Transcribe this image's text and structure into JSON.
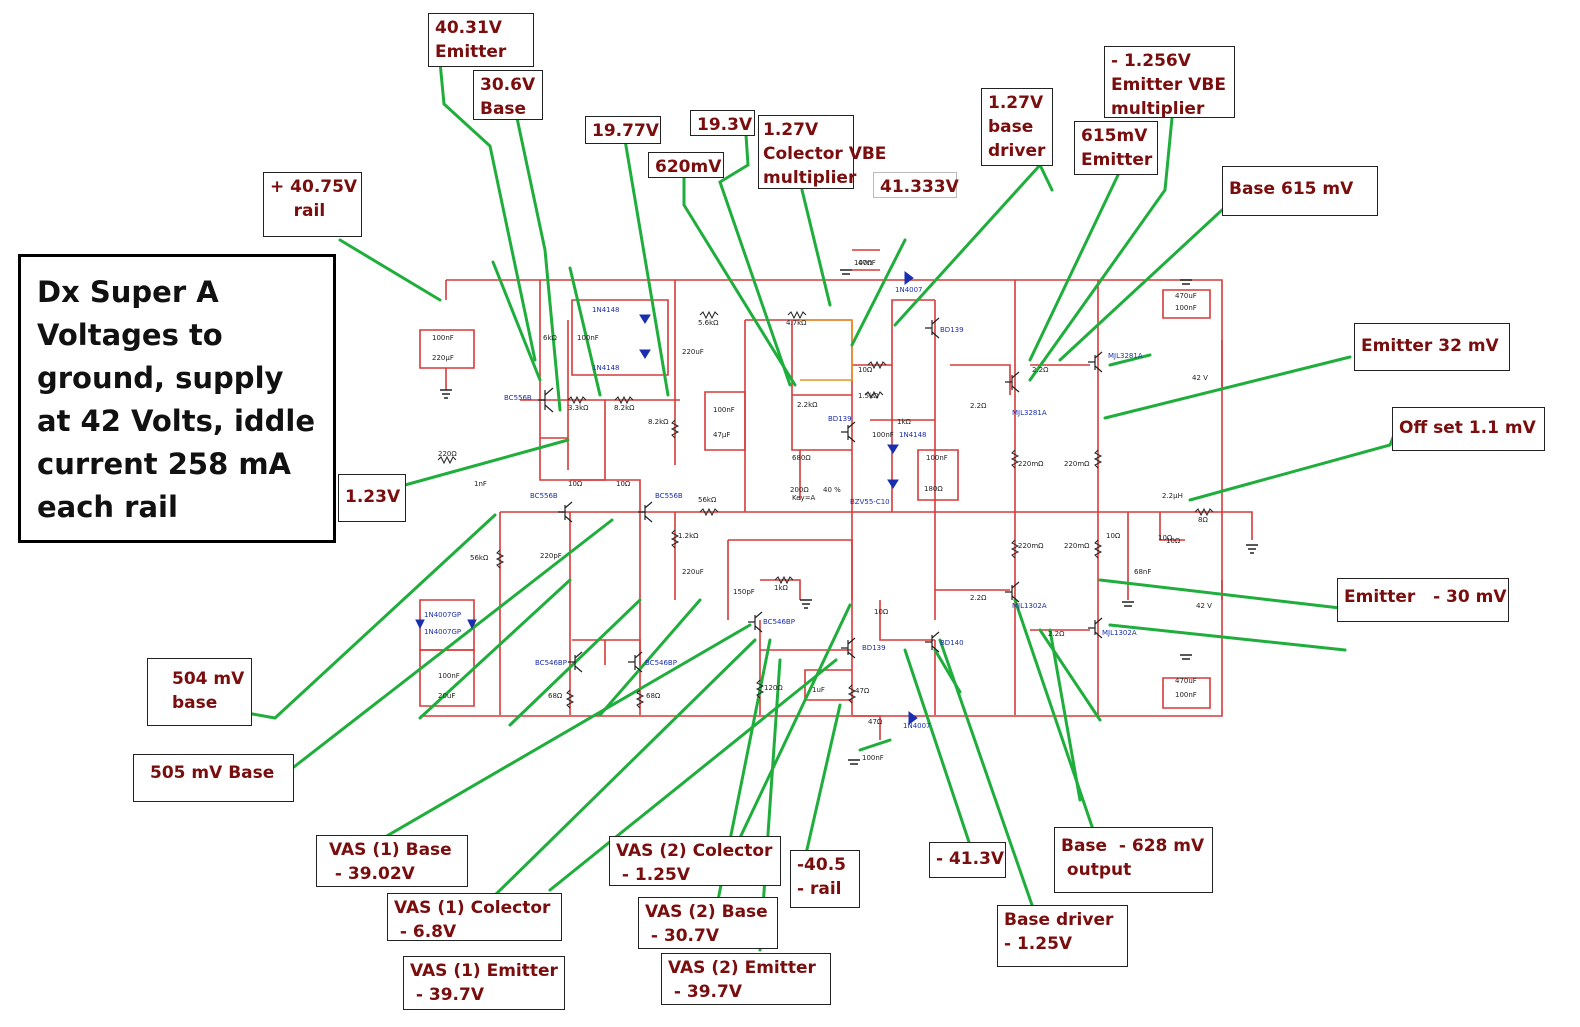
{
  "title": "Dx Super A\nVoltages to\nground, supply\nat 42 Volts, iddle\ncurrent 258 mA\neach rail",
  "colors": {
    "wire": "#d63a3a",
    "annotation_line": "#1fae3c",
    "label_text": "#7a0d0d",
    "part_text": "#1a2fb0"
  },
  "annotations": [
    {
      "id": "a1",
      "text": "40.31V\nEmitter"
    },
    {
      "id": "a2",
      "text": "30.6V\nBase"
    },
    {
      "id": "a3",
      "text": "+ 40.75V\n    rail"
    },
    {
      "id": "a4",
      "text": "19.77V"
    },
    {
      "id": "a5",
      "text": "19.3V"
    },
    {
      "id": "a6",
      "text": "620mV"
    },
    {
      "id": "a7",
      "text": "1.27V\nColector VBE\nmultiplier"
    },
    {
      "id": "a8",
      "text": "41.333V"
    },
    {
      "id": "a9",
      "text": "1.27V\nbase\ndriver"
    },
    {
      "id": "a10",
      "text": "615mV\nEmitter"
    },
    {
      "id": "a11",
      "text": "- 1.256V\nEmitter VBE\nmultiplier"
    },
    {
      "id": "a12",
      "text": "Base 615 mV"
    },
    {
      "id": "a13",
      "text": "Emitter 32 mV"
    },
    {
      "id": "a14",
      "text": "Off set 1.1 mV"
    },
    {
      "id": "a15",
      "text": "1.23V"
    },
    {
      "id": "a16",
      "text": "Emitter   - 30 mV"
    },
    {
      "id": "a17",
      "text": "504 mV\nbase"
    },
    {
      "id": "a18",
      "text": "505 mV Base"
    },
    {
      "id": "a19",
      "text": "VAS (1) Base\n - 39.02V"
    },
    {
      "id": "a20",
      "text": "VAS (1) Colector\n - 6.8V"
    },
    {
      "id": "a21",
      "text": "VAS (1) Emitter\n - 39.7V"
    },
    {
      "id": "a22",
      "text": "VAS (2) Colector\n - 1.25V"
    },
    {
      "id": "a23",
      "text": "VAS (2) Base\n - 30.7V"
    },
    {
      "id": "a24",
      "text": "VAS (2) Emitter\n - 39.7V"
    },
    {
      "id": "a25",
      "text": "-40.5\n- rail"
    },
    {
      "id": "a26",
      "text": "- 41.3V"
    },
    {
      "id": "a27",
      "text": "Base  - 628 mV\n output"
    },
    {
      "id": "a28",
      "text": "Base driver\n- 1.25V"
    }
  ],
  "components": {
    "resistors": [
      "5.6kΩ",
      "4.7kΩ",
      "3.3kΩ",
      "8.2kΩ",
      "8.2kΩ",
      "6kΩ",
      "10Ω",
      "1.5kΩ",
      "2.2kΩ",
      "1kΩ",
      "680Ω",
      "10Ω",
      "10Ω",
      "56kΩ",
      "1.2kΩ",
      "220Ω",
      "56kΩ",
      "10Ω",
      "2.2Ω",
      "2.2Ω",
      "220mΩ",
      "220mΩ",
      "220mΩ",
      "220mΩ",
      "10Ω",
      "8Ω",
      "10Ω",
      "2.2Ω",
      "2.2Ω",
      "1kΩ",
      "120Ω",
      "47Ω",
      "68Ω",
      "68Ω",
      "10Ω",
      "180Ω",
      "47Ω",
      "47Ω"
    ],
    "capacitors": [
      "100nF",
      "220µF",
      "100nF",
      "220uF",
      "100nF",
      "47µF",
      "100nF",
      "100nF",
      "1nF",
      "220pF",
      "220uF",
      "150pF",
      "68nF",
      "100nF",
      "20uF",
      "1uF",
      "100nF",
      "470uF",
      "100nF",
      "470uF",
      "100nF",
      "100nF"
    ],
    "transistors": [
      "BC556B",
      "BD139",
      "BD139",
      "MJL3281A",
      "MJL3281A",
      "BC556B",
      "BC556B",
      "BC546BP",
      "BC546BP",
      "BC546BP",
      "BD139",
      "BD140",
      "MJL1302A",
      "MJL1302A"
    ],
    "diodes": [
      "1N4148",
      "1N4148",
      "1N4148",
      "1N4007",
      "1N4007",
      "1N4007GP",
      "1N4007GP",
      "BZV55-C10"
    ],
    "other": [
      "2.2µH",
      "42 V",
      "42 V",
      "200Ω",
      "40 %",
      "Key=A"
    ]
  }
}
